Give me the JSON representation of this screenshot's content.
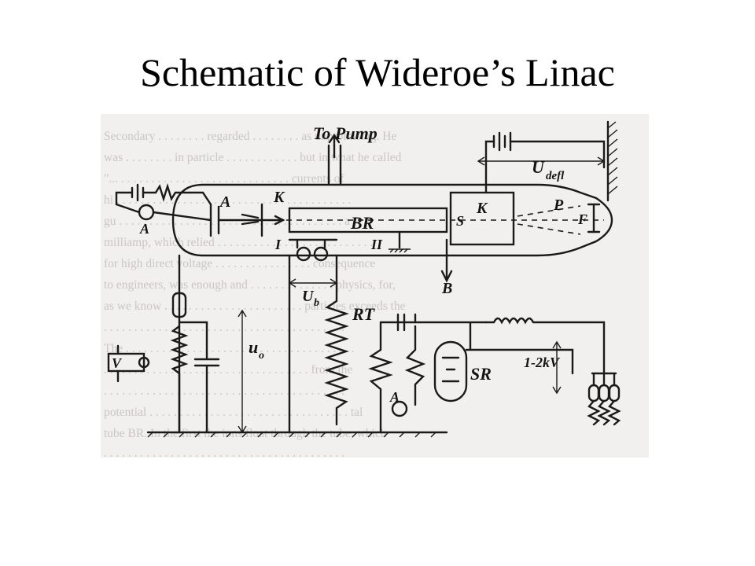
{
  "slide": {
    "title": "Schematic of Wideroe’s Linac"
  },
  "colors": {
    "background": "#ffffff",
    "figure_paper": "#f2f0ee",
    "ink": "#1a1a1a"
  },
  "diagram_labels": {
    "to_pump": "To Pump",
    "u_defl": "U",
    "u_defl_sub": "defl",
    "A_source": "A",
    "K_left": "K",
    "BR": "BR",
    "I": "I",
    "II": "II",
    "S": "S",
    "K_right": "K",
    "P": "P",
    "F": "F",
    "A_meter_top": "A",
    "B": "B",
    "U_b": "U",
    "U_b_sub": "b",
    "RT": "RT",
    "u_o": "u",
    "u_o_sub": "o",
    "V": "V",
    "SR": "SR",
    "voltage": "1-2kV",
    "A_meter_bottom": "A"
  }
}
